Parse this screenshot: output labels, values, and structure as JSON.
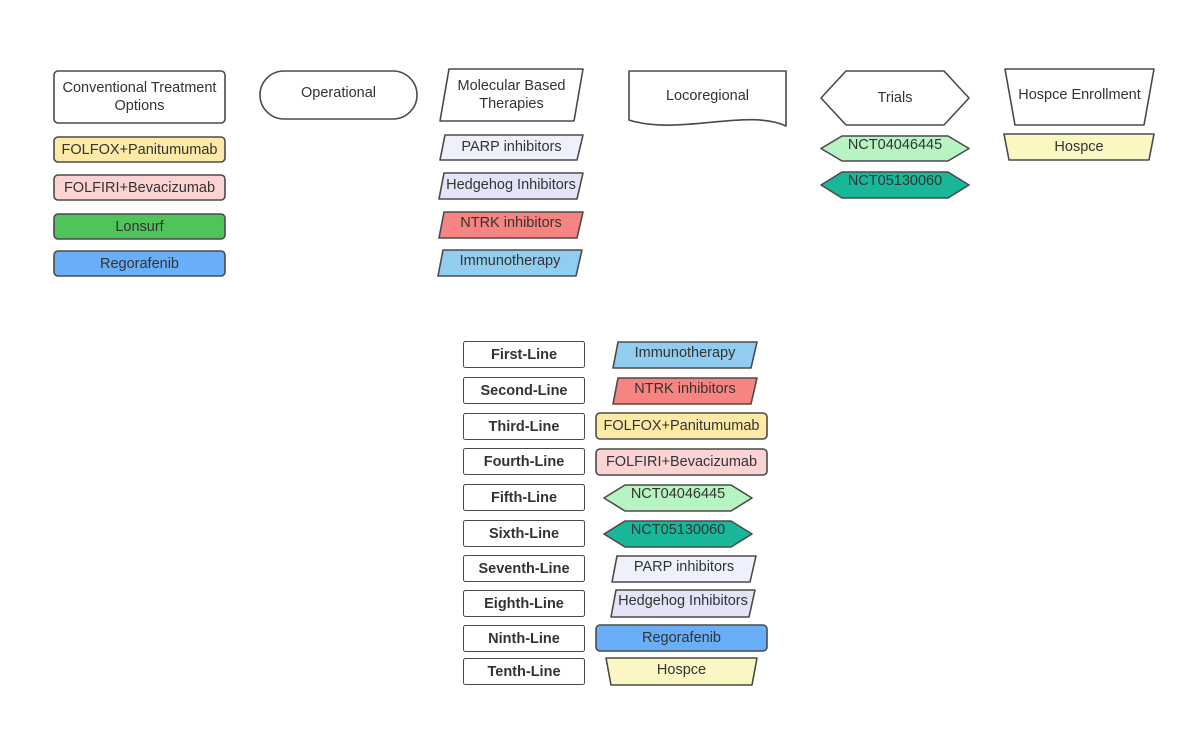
{
  "headers": {
    "conventional": "Conventional Treatment Options",
    "operational": "Operational",
    "molecular": "Molecular Based Therapies",
    "locoregional": "Locoregional",
    "trials": "Trials",
    "hospice_enrollment": "Hospce Enrollment"
  },
  "conventional_items": [
    "FOLFOX+Panitumumab",
    "FOLFIRI+Bevacizumab",
    "Lonsurf",
    "Regorafenib"
  ],
  "molecular_items": [
    "PARP inhibitors",
    "Hedgehog Inhibitors",
    "NTRK inhibitors",
    "Immunotherapy"
  ],
  "trial_items": [
    "NCT04046445",
    "NCT05130060"
  ],
  "hospice_items": [
    "Hospce"
  ],
  "lines": [
    {
      "label": "First-Line",
      "therapy": "Immunotherapy"
    },
    {
      "label": "Second-Line",
      "therapy": "NTRK inhibitors"
    },
    {
      "label": "Third-Line",
      "therapy": "FOLFOX+Panitumumab"
    },
    {
      "label": "Fourth-Line",
      "therapy": "FOLFIRI+Bevacizumab"
    },
    {
      "label": "Fifth-Line",
      "therapy": "NCT04046445"
    },
    {
      "label": "Sixth-Line",
      "therapy": "NCT05130060"
    },
    {
      "label": "Seventh-Line",
      "therapy": "PARP inhibitors"
    },
    {
      "label": "Eighth-Line",
      "therapy": "Hedgehog Inhibitors"
    },
    {
      "label": "Ninth-Line",
      "therapy": "Regorafenib"
    },
    {
      "label": "Tenth-Line",
      "therapy": "Hospce"
    }
  ],
  "colors": {
    "stroke": "#4a4a4a",
    "white": "#ffffff",
    "folfox": "#fdeaa6",
    "folfiri": "#fbd3d3",
    "lonsurf": "#4fc45a",
    "regorafenib": "#68aef8",
    "parp": "#eef0fb",
    "hedgehog": "#e3e4f7",
    "ntrk": "#f78480",
    "immunotherapy": "#90cdee",
    "nct04046445": "#b8f3c2",
    "nct05130060": "#19b79a",
    "hospice": "#fbf7c3"
  }
}
